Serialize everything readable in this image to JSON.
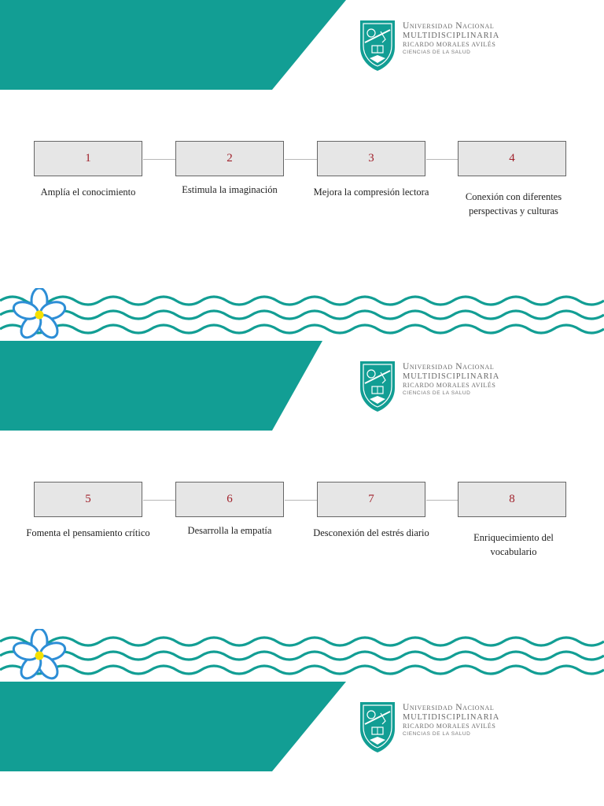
{
  "university": {
    "line1": "Universidad Nacional",
    "line2": "MULTIDISCIPLINARIA",
    "line3": "RICARDO MORALES AVILÉS",
    "line4": "CIENCIAS DE LA SALUD"
  },
  "colors": {
    "teal": "#129e94",
    "flower": "#2d8ed6",
    "number": "#a0202a",
    "box": "#e6e6e6"
  },
  "sections": [
    {
      "steps": [
        {
          "number": "1",
          "caption": "Amplía el conocimiento"
        },
        {
          "number": "2",
          "caption": "Estimula la imaginación"
        },
        {
          "number": "3",
          "caption": "Mejora la compresión lectora"
        },
        {
          "number": "4",
          "caption": "Conexión con diferentes perspectivas y culturas"
        }
      ]
    },
    {
      "steps": [
        {
          "number": "5",
          "caption": "Fomenta el pensamiento crítico"
        },
        {
          "number": "6",
          "caption": "Desarrolla la empatía"
        },
        {
          "number": "7",
          "caption": "Desconexión del estrés diario"
        },
        {
          "number": "8",
          "caption": "Enriquecimiento del vocabulario"
        }
      ]
    }
  ]
}
